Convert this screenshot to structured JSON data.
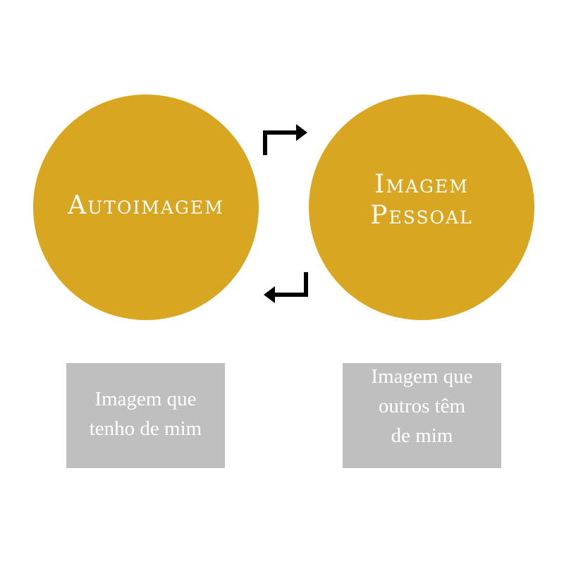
{
  "diagram": {
    "left_circle": {
      "label": "Autoimagem"
    },
    "right_circle": {
      "label": "Imagem\nPessoal"
    },
    "left_box": {
      "text": "Imagem que\ntenho de mim"
    },
    "right_box": {
      "text": "Imagem que\noutros têm\nde mim"
    },
    "colors": {
      "circle": "#d9a621",
      "box": "#bfbfbf",
      "arrow": "#000000"
    },
    "arrows": [
      {
        "direction": "right",
        "icon": "arrow-turn-right-icon"
      },
      {
        "direction": "left",
        "icon": "arrow-return-left-icon"
      }
    ]
  }
}
